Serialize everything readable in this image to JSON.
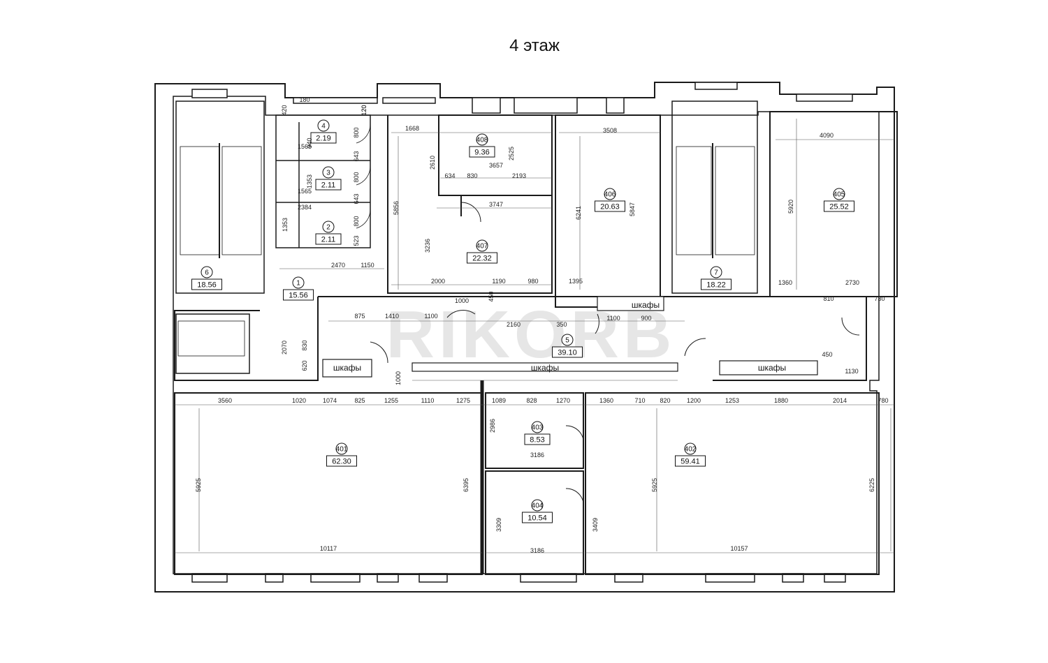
{
  "title": "4 этаж",
  "watermark": "RIKORB",
  "colors": {
    "wall": "#1a1a1a",
    "line": "#222222",
    "dimline": "#555555",
    "watermark": "#e6e6e6"
  },
  "rooms": [
    {
      "id": "401",
      "area": "62.30"
    },
    {
      "id": "402",
      "area": "59.41"
    },
    {
      "id": "403",
      "area": "8.53"
    },
    {
      "id": "404",
      "area": "10.54"
    },
    {
      "id": "405",
      "area": "25.52"
    },
    {
      "id": "406",
      "area": "20.63"
    },
    {
      "id": "407",
      "area": "22.32"
    },
    {
      "id": "408",
      "area": "9.36"
    },
    {
      "id": "1",
      "area": "15.56"
    },
    {
      "id": "2",
      "area": "2.11"
    },
    {
      "id": "3",
      "area": "2.11"
    },
    {
      "id": "4",
      "area": "2.19"
    },
    {
      "id": "5",
      "area": "39.10"
    },
    {
      "id": "6",
      "area": "18.56"
    },
    {
      "id": "7",
      "area": "18.22"
    }
  ],
  "cabinet_label": "шкафы",
  "dimensions": [
    "420",
    "180",
    "120",
    "120",
    "800",
    "940",
    "1565",
    "643",
    "800",
    "1353",
    "1565",
    "643",
    "2384",
    "800",
    "1353",
    "523",
    "2470",
    "1150",
    "1668",
    "2610",
    "5856",
    "3236",
    "2000",
    "634",
    "830",
    "2193",
    "3657",
    "2525",
    "3747",
    "1190",
    "980",
    "1000",
    "450",
    "3508",
    "6241",
    "5847",
    "1395",
    "4090",
    "5920",
    "1360",
    "2730",
    "810",
    "730",
    "875",
    "1410",
    "1100",
    "2160",
    "350",
    "1100",
    "900",
    "2070",
    "830",
    "620",
    "1000",
    "450",
    "1130",
    "3560",
    "1020",
    "1074",
    "825",
    "1255",
    "1110",
    "1275",
    "1089",
    "828",
    "1270",
    "1360",
    "710",
    "820",
    "1200",
    "1253",
    "1880",
    "2014",
    "780",
    "5925",
    "6395",
    "2986",
    "3186",
    "3309",
    "3186",
    "3409",
    "5925",
    "6225",
    "10117",
    "10157"
  ]
}
